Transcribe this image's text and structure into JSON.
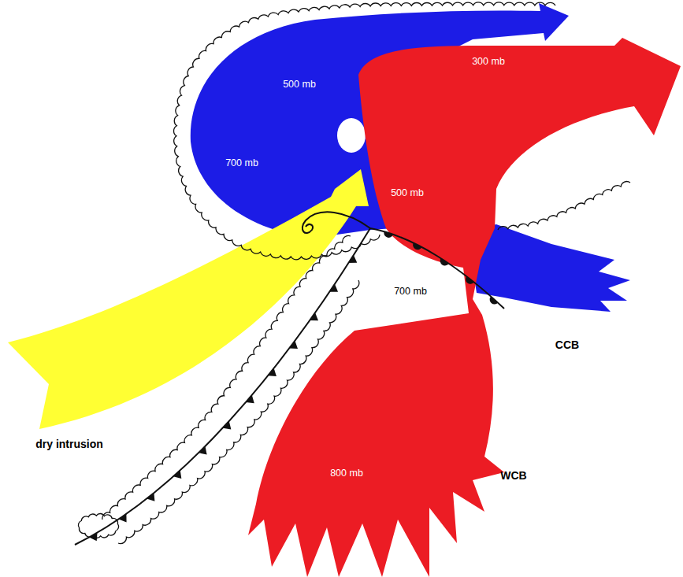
{
  "diagram": {
    "nodes": [
      {
        "text": [
          "500 mb",
          "700 mb",
          "CCB"
        ]
      },
      {
        "text": [
          "300 mb",
          "500 mb",
          "800 mb",
          "WCB"
        ]
      },
      {
        "text": [
          "dry intrusion"
        ]
      }
    ],
    "labels": [
      "700 mb"
    ]
  }
}
